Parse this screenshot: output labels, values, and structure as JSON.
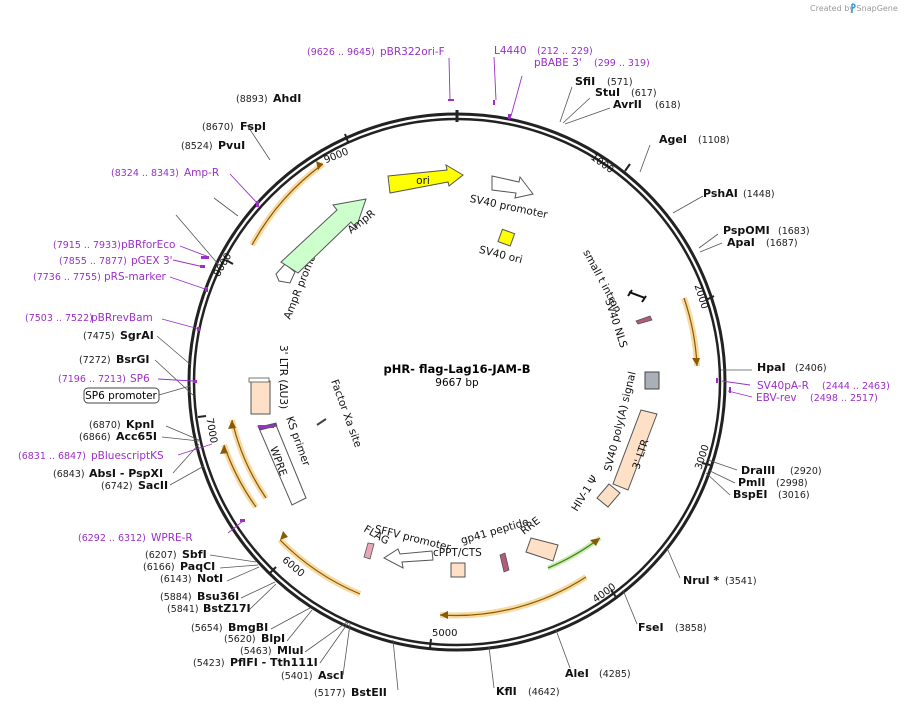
{
  "credit": "Created by SnapGene",
  "plasmid": {
    "name": "pHR- flag-Lag16-JAM-B",
    "size_label": "9667 bp",
    "length": 9667
  },
  "ticks": [
    "1000",
    "2000",
    "3000",
    "4000",
    "5000",
    "6000",
    "7000",
    "8000",
    "9000"
  ],
  "enzymes": [
    {
      "name": "SfiI",
      "pos": "(571)"
    },
    {
      "name": "StuI",
      "pos": "(617)"
    },
    {
      "name": "AvrII",
      "pos": "(618)"
    },
    {
      "name": "AgeI",
      "pos": "(1108)"
    },
    {
      "name": "PshAI",
      "pos": "(1448)"
    },
    {
      "name": "PspOMI",
      "pos": "(1683)"
    },
    {
      "name": "ApaI",
      "pos": "(1687)"
    },
    {
      "name": "HpaI",
      "pos": "(2406)"
    },
    {
      "name": "DraIII",
      "pos": "(2920)"
    },
    {
      "name": "PmlI",
      "pos": "(2998)"
    },
    {
      "name": "BspEI",
      "pos": "(3016)"
    },
    {
      "name": "NruI *",
      "pos": "(3541)"
    },
    {
      "name": "FseI",
      "pos": "(3858)"
    },
    {
      "name": "AleI",
      "pos": "(4285)"
    },
    {
      "name": "KflI",
      "pos": "(4642)"
    },
    {
      "name": "BstEII",
      "pos": "(5177)"
    },
    {
      "name": "AscI",
      "pos": "(5401)"
    },
    {
      "name": "PflFI - Tth111I",
      "pos": "(5423)"
    },
    {
      "name": "MluI",
      "pos": "(5463)"
    },
    {
      "name": "BlpI",
      "pos": "(5620)"
    },
    {
      "name": "BmgBI",
      "pos": "(5654)"
    },
    {
      "name": "BstZ17I",
      "pos": "(5841)"
    },
    {
      "name": "Bsu36I",
      "pos": "(5884)"
    },
    {
      "name": "NotI",
      "pos": "(6143)"
    },
    {
      "name": "PaqCI",
      "pos": "(6166)"
    },
    {
      "name": "SbfI",
      "pos": "(6207)"
    },
    {
      "name": "SacII",
      "pos": "(6742)"
    },
    {
      "name": "AbsI - PspXI",
      "pos": "(6843)"
    },
    {
      "name": "Acc65I",
      "pos": "(6866)"
    },
    {
      "name": "KpnI",
      "pos": "(6870)"
    },
    {
      "name": "BsrGI",
      "pos": "(7272)"
    },
    {
      "name": "SgrAI",
      "pos": "(7475)"
    },
    {
      "name": "PvuI",
      "pos": "(8524)"
    },
    {
      "name": "FspI",
      "pos": "(8670)"
    },
    {
      "name": "AhdI",
      "pos": "(8893)"
    }
  ],
  "primers": [
    {
      "name": "pBR322ori-F",
      "pos": "(9626 .. 9645)"
    },
    {
      "name": "L4440",
      "pos": "(212 .. 229)"
    },
    {
      "name": "pBABE 3'",
      "pos": "(299 .. 319)"
    },
    {
      "name": "SV40pA-R",
      "pos": "(2444 .. 2463)"
    },
    {
      "name": "EBV-rev",
      "pos": "(2498 .. 2517)"
    },
    {
      "name": "WPRE-R",
      "pos": "(6292 .. 6312)"
    },
    {
      "name": "pBluescriptKS",
      "pos": "(6831 .. 6847)"
    },
    {
      "name": "SP6",
      "pos": "(7196 .. 7213)"
    },
    {
      "name": "pBRrevBam",
      "pos": "(7503 .. 7522)"
    },
    {
      "name": "pRS-marker",
      "pos": "(7736 .. 7755)"
    },
    {
      "name": "pGEX 3'",
      "pos": "(7855 .. 7877)"
    },
    {
      "name": "pBRforEco",
      "pos": "(7915 .. 7933)"
    },
    {
      "name": "Amp-R",
      "pos": "(8324 .. 8343)"
    }
  ],
  "sp6_promoter": "SP6 promoter",
  "features": {
    "ori": "ori",
    "sv40_promoter": "SV40 promoter",
    "sv40_ori": "SV40 ori",
    "small_t_intron": "small t intron",
    "sv40_nls": "SV40 NLS",
    "sv40_polya": "SV40 poly(A) signal",
    "ltr3": "3' LTR",
    "hiv_psi": "HIV-1 Ψ",
    "rre": "RRE",
    "gp41": "gp41 peptide",
    "cppt": "cPPT/CTS",
    "sffv": "SFFV promoter",
    "flag": "FLAG",
    "wpre": "WPRE",
    "ks_primer": "KS primer",
    "ltr3_du3": "3' LTR (ΔU3)",
    "factor_xa": "Factor Xa site",
    "ampr_promoter": "AmpR promoter",
    "ampr": "AmpR"
  },
  "colors": {
    "backbone": "#222222",
    "primer": "#9b2fc8",
    "orf": "#f0a830",
    "ori": "#ffff00",
    "ampr": "#ccffcc",
    "ltr": "#fde0c5"
  }
}
